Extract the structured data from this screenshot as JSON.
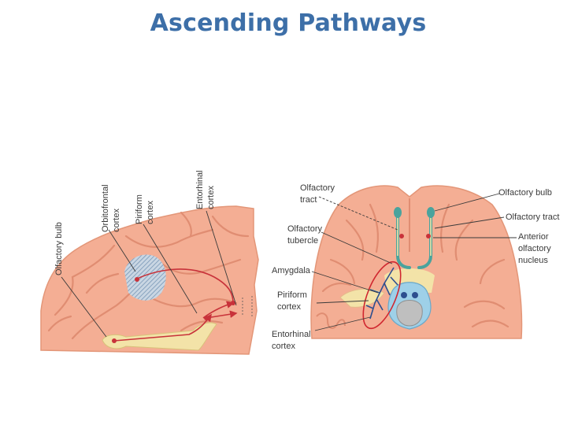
{
  "title": "Ascending Pathways",
  "labels": {
    "left": {
      "olfactory_bulb": "Olfactory bulb",
      "orbitofrontal_1": "Orbitofrontal",
      "orbitofrontal_2": "cortex",
      "piriform_1": "Piriform",
      "piriform_2": "cortex",
      "entorhinal_1": "Entorhinal",
      "entorhinal_2": "cortex"
    },
    "right": {
      "olfactory_tract_1": "Olfactory",
      "olfactory_tract_2": "tract",
      "olfactory_tubercle_1": "Olfactory",
      "olfactory_tubercle_2": "tubercle",
      "amygdala": "Amygdala",
      "piriform_1": "Piriform",
      "piriform_2": "cortex",
      "entorhinal_1": "Entorhinal",
      "entorhinal_2": "cortex",
      "olfactory_bulb": "Olfactory bulb",
      "olfactory_tract": "Olfactory tract",
      "anterior_1": "Anterior",
      "anterior_2": "olfactory",
      "anterior_3": "nucleus"
    }
  },
  "colors": {
    "title": "#3d6fa8",
    "brain": "#f4ae94",
    "gyrus_line": "#e08d72",
    "pathway": "#c8323a",
    "bulb": "#f3e3a8",
    "tract_teal": "#4aa39d",
    "nerve_blue": "#2e4f8f"
  }
}
